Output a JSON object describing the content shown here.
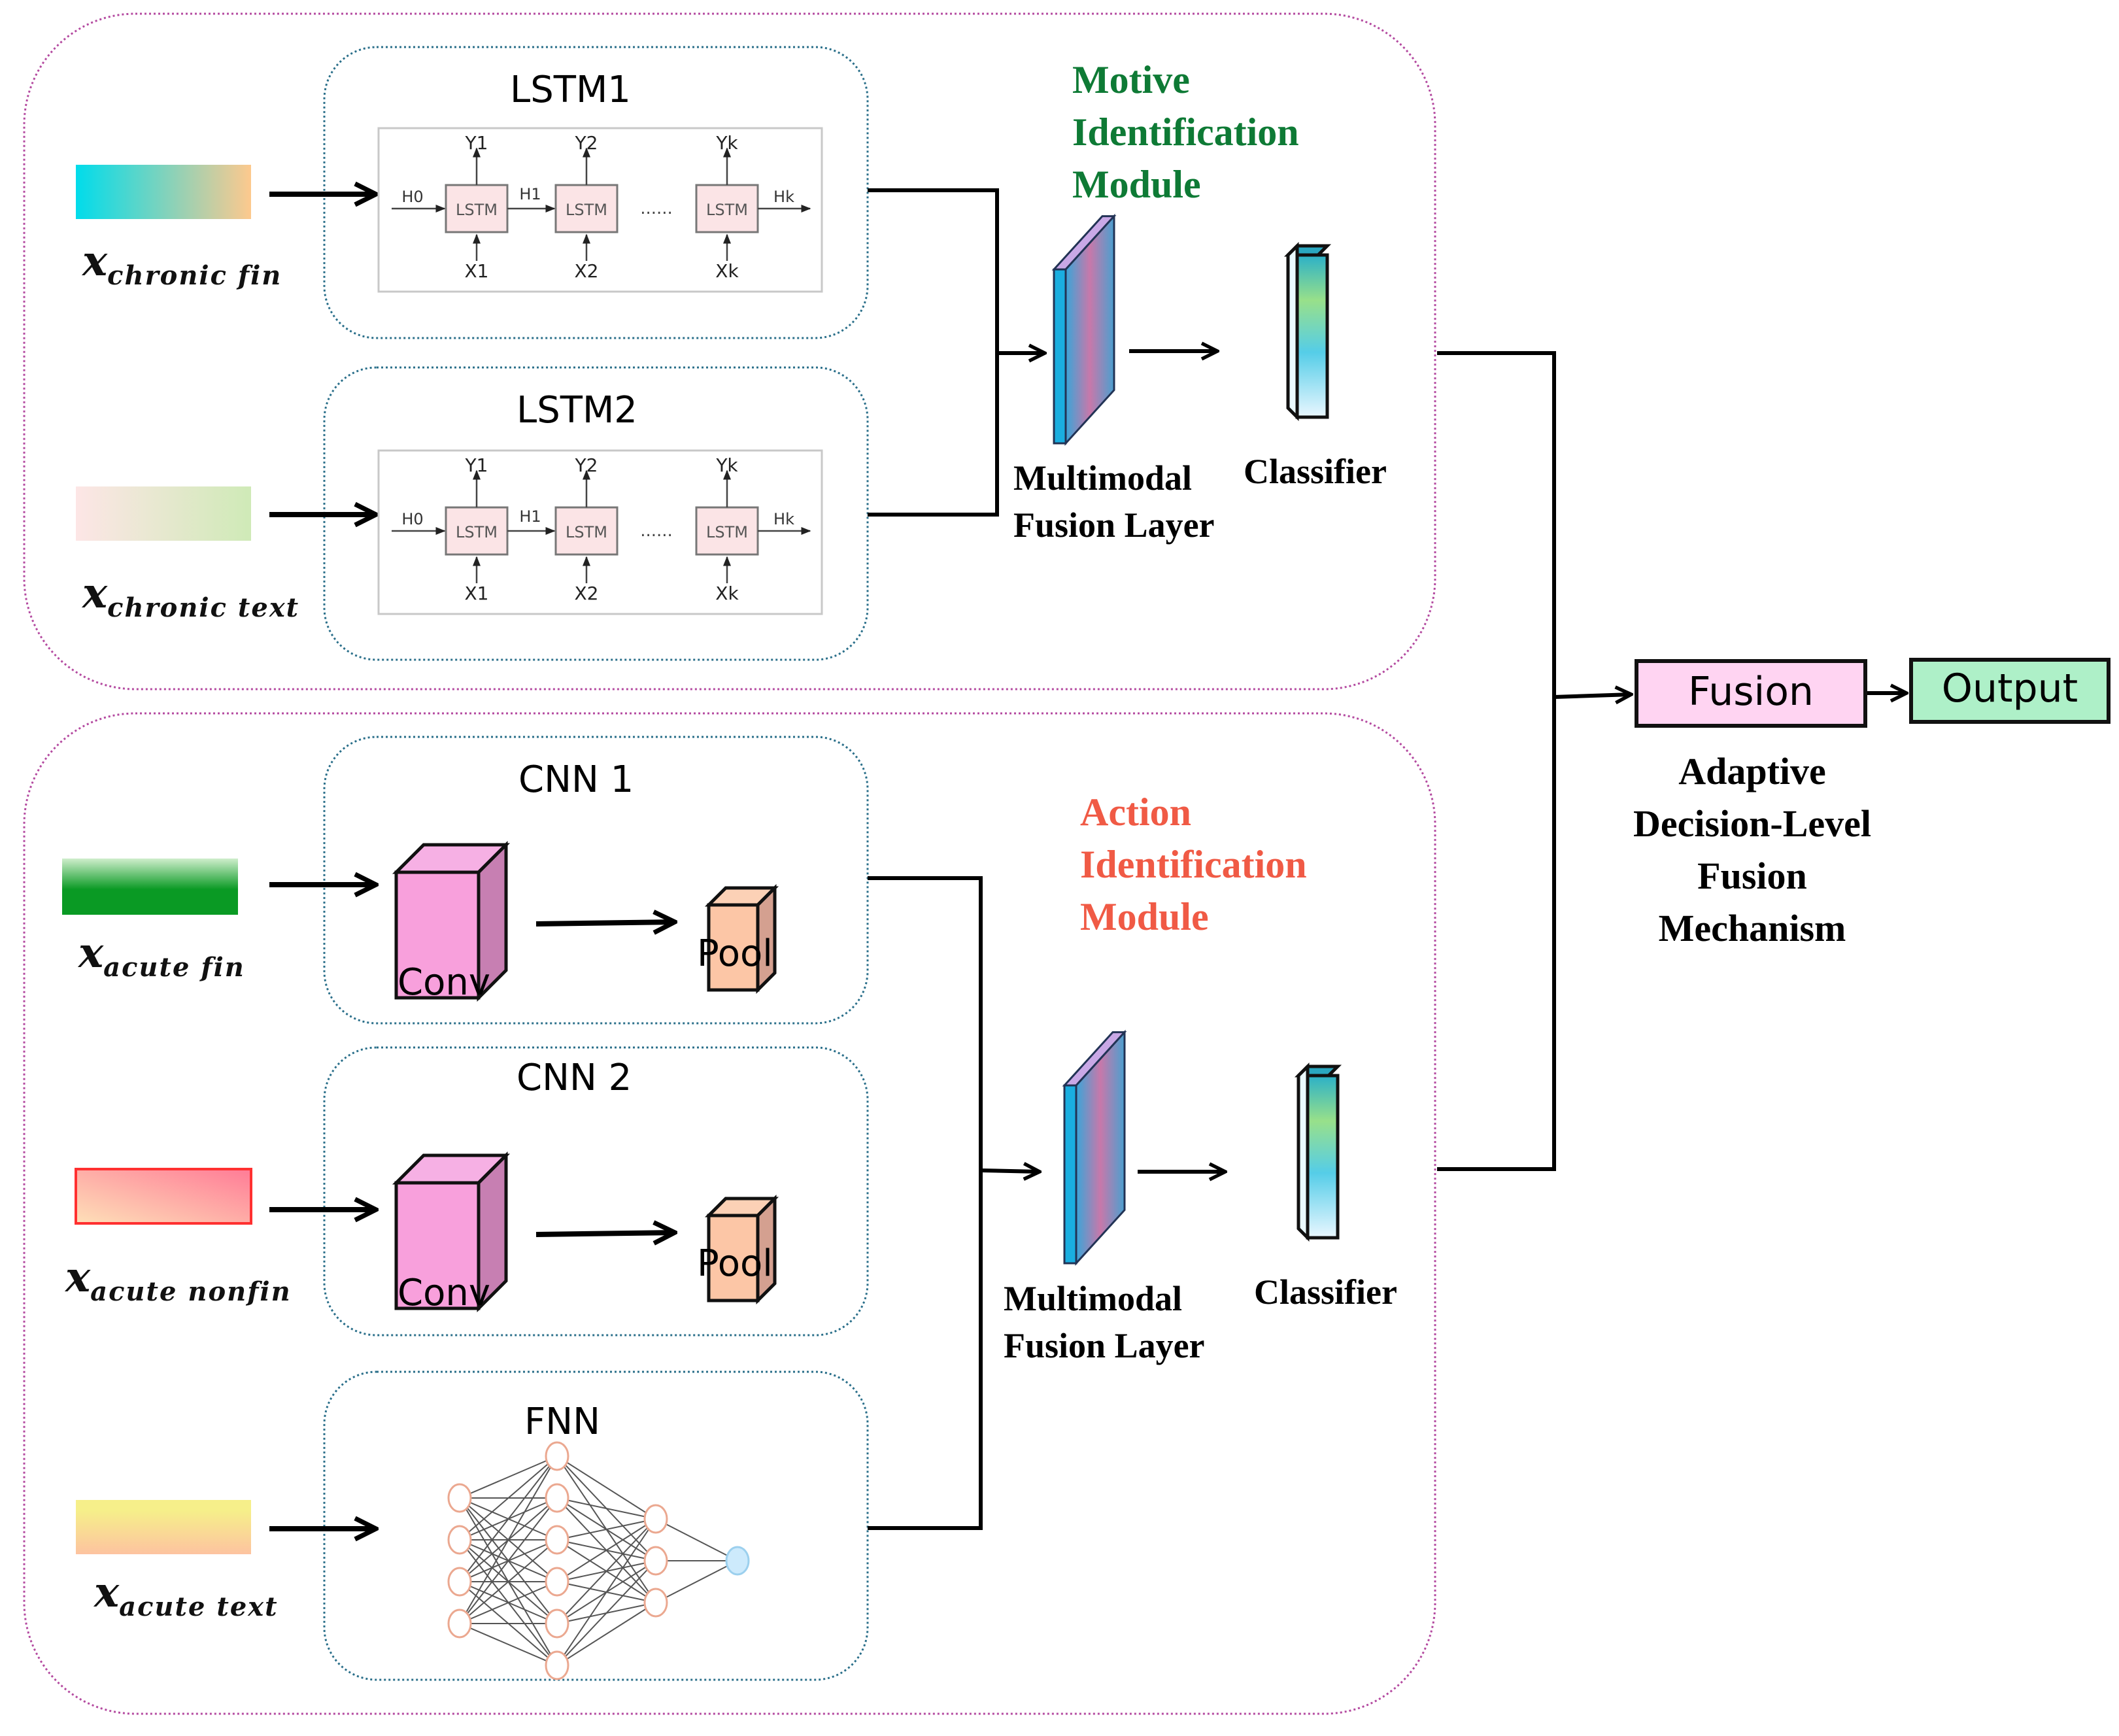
{
  "modules": {
    "motive": {
      "title_lines": [
        "Motive",
        "Identification",
        "Module"
      ],
      "color": "#0e7a35"
    },
    "action": {
      "title_lines": [
        "Action",
        "Identification",
        "Module"
      ],
      "color": "#f05a45"
    }
  },
  "inputs": [
    {
      "base": "x",
      "sub": "chronic fin",
      "gradient": [
        "#00dceb",
        "#fdc98e"
      ]
    },
    {
      "base": "x",
      "sub": "chronic text",
      "gradient": [
        "#fde6e6",
        "#cfeab7"
      ]
    },
    {
      "base": "x",
      "sub": "acute fin",
      "gradient": [
        "#cfeecc",
        "#0a9a24"
      ]
    },
    {
      "base": "x",
      "sub": "acute nonfin",
      "gradient": [
        "#fee0b8",
        "#ff7b96"
      ]
    },
    {
      "base": "x",
      "sub": "acute text",
      "gradient": [
        "#f6ef8a",
        "#fdc3a0"
      ]
    }
  ],
  "encoders": {
    "lstm1": {
      "title": "LSTM1"
    },
    "lstm2": {
      "title": "LSTM2"
    },
    "cnn1": {
      "title": "CNN 1",
      "conv_label": "Conv",
      "pool_label": "Pool"
    },
    "cnn2": {
      "title": "CNN 2",
      "conv_label": "Conv",
      "pool_label": "Pool"
    },
    "fnn": {
      "title": "FNN"
    }
  },
  "lstm_diagram": {
    "cell_label": "LSTM",
    "outputs": [
      "Y1",
      "Y2",
      "Yk"
    ],
    "inputs": [
      "X1",
      "X2",
      "Xk"
    ],
    "hidden": [
      "H0",
      "H1",
      "Hk"
    ],
    "ellipsis": "......"
  },
  "fnn_layers": [
    4,
    6,
    3,
    1
  ],
  "fusion_layer_label": [
    "Multimodal",
    "Fusion Layer"
  ],
  "classifier_label": "Classifier",
  "decision": {
    "fusion_label": "Fusion",
    "output_label": "Output",
    "fusion_color": "#ffd4f2",
    "output_color": "#aef0c8",
    "caption_lines": [
      "Adaptive",
      "Decision-Level",
      "Fusion",
      "Mechanism"
    ]
  }
}
